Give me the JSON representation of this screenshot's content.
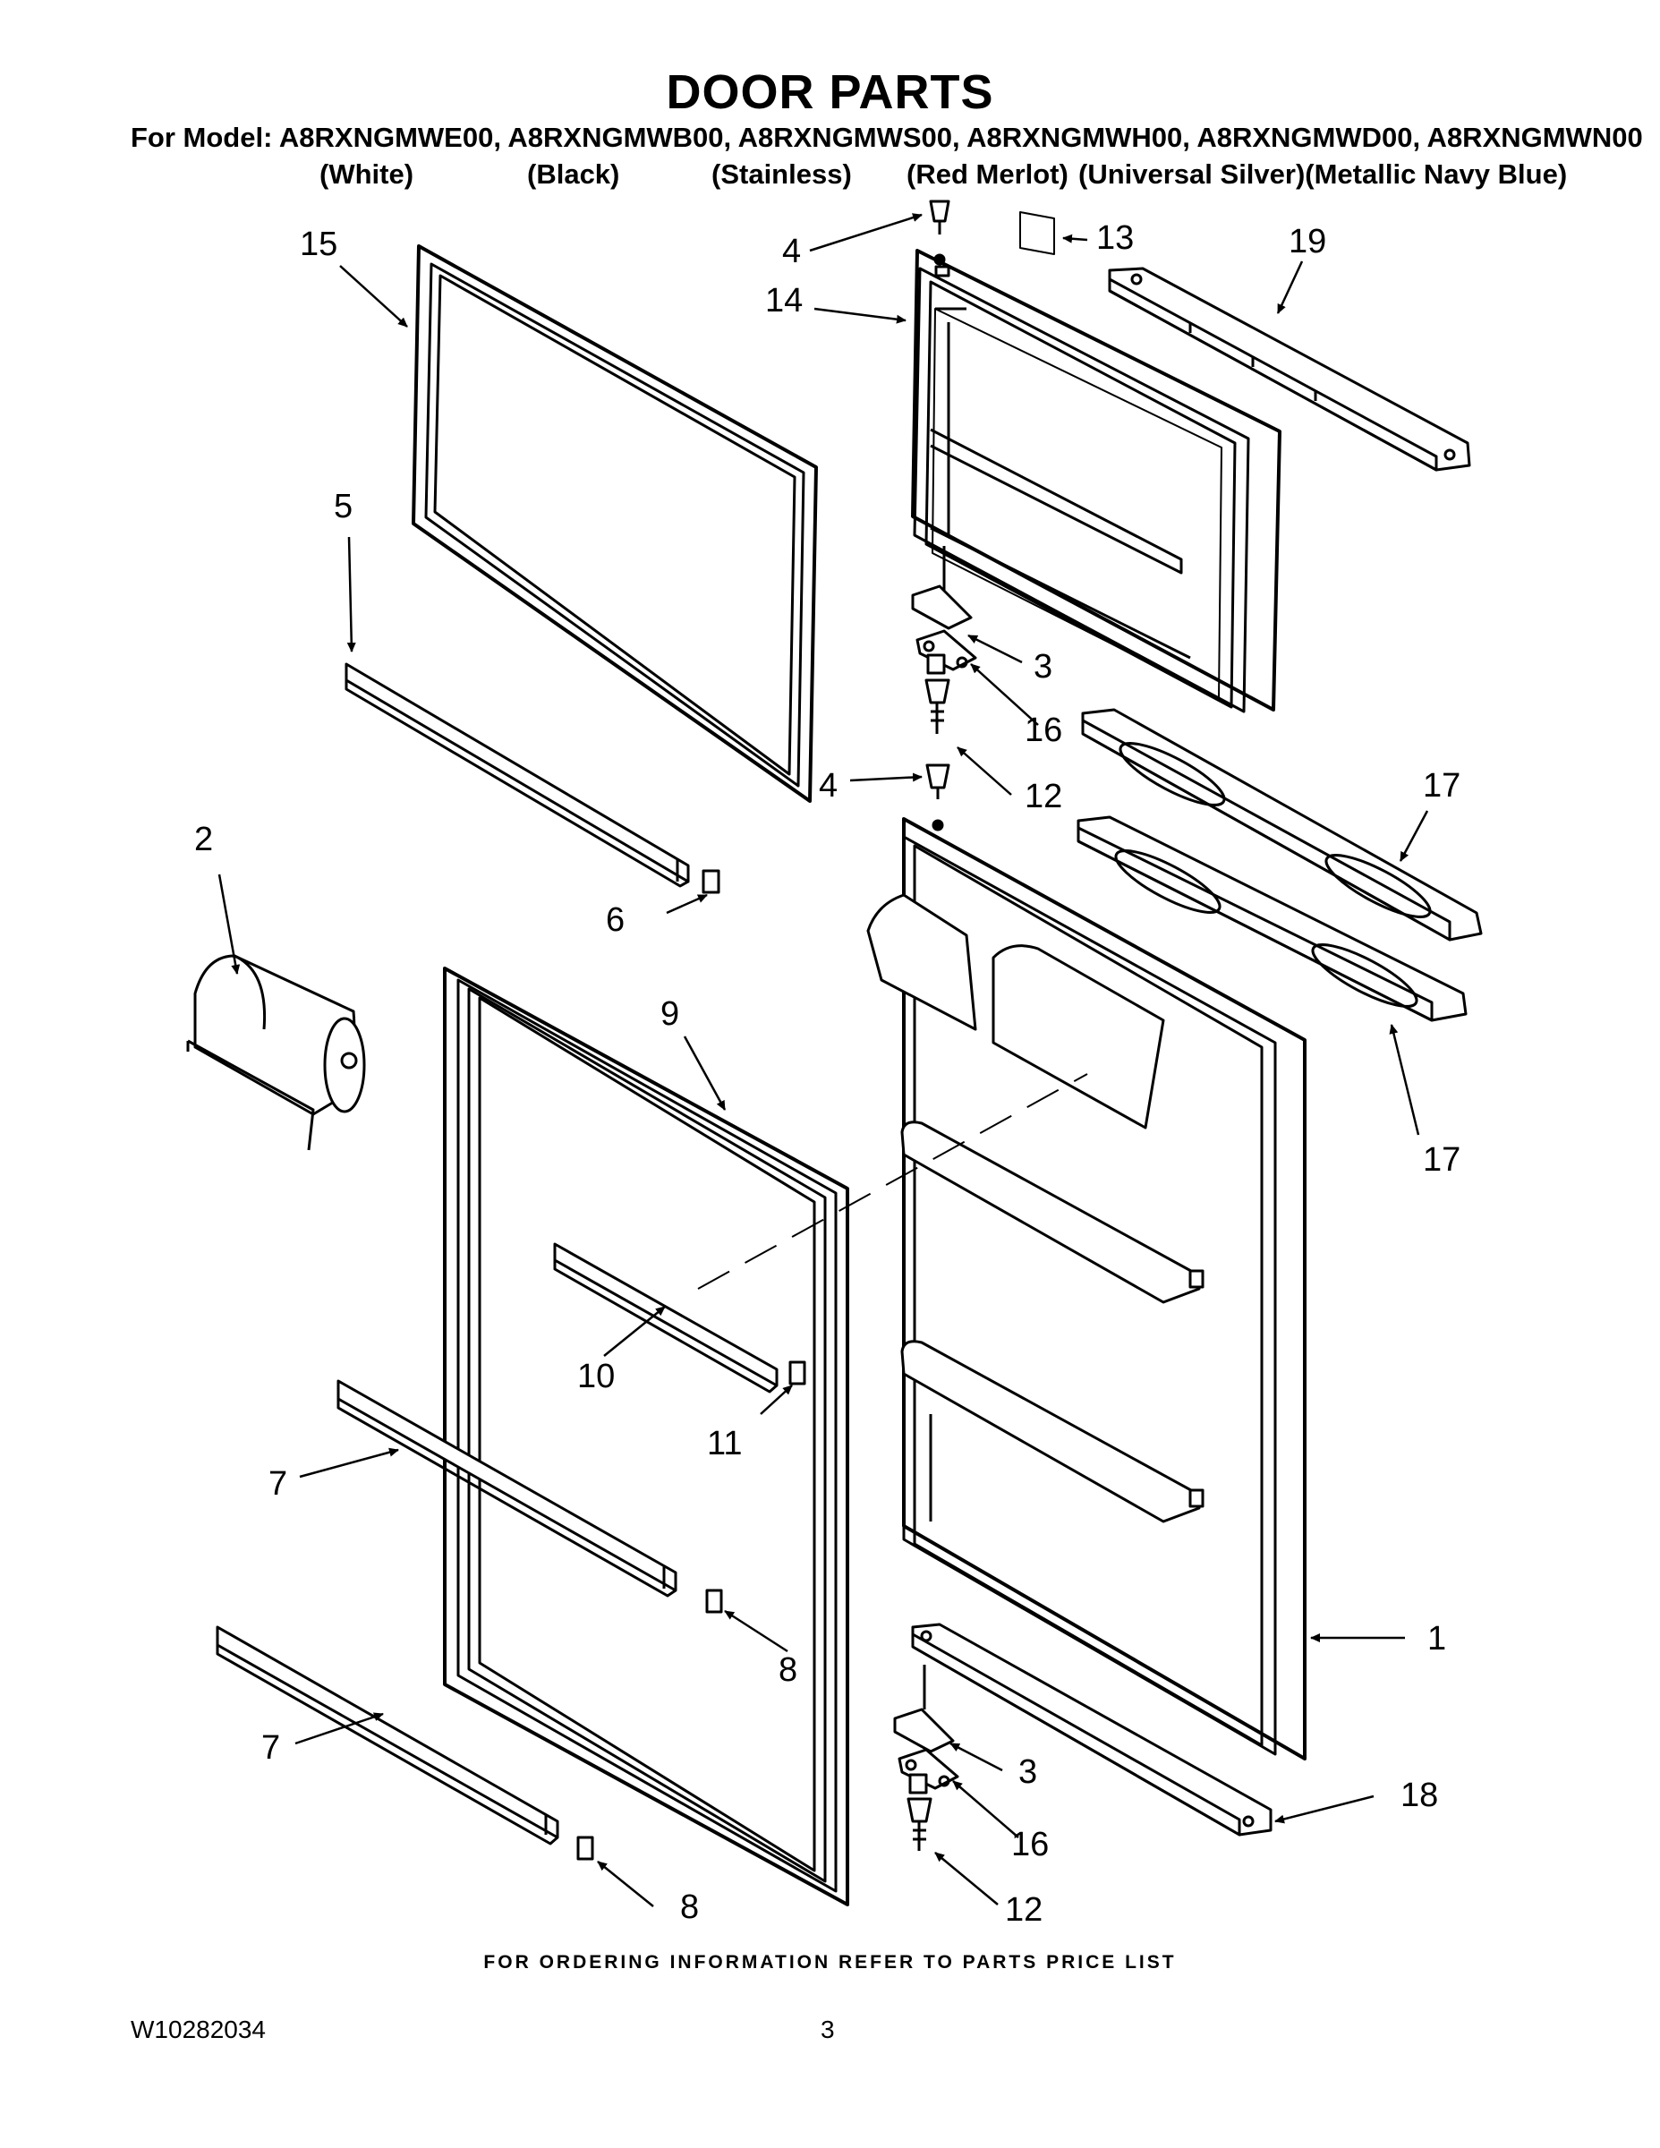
{
  "title": "DOOR PARTS",
  "models_line": "For Model: A8RXNGMWE00, A8RXNGMWB00, A8RXNGMWS00, A8RXNGMWH00, A8RXNGMWD00, A8RXNGMWN00",
  "colors": [
    "(White)",
    "(Black)",
    "(Stainless)",
    "(Red Merlot)",
    "(Universal Silver)(Metallic Navy Blue)"
  ],
  "callouts": {
    "c15": "15",
    "c5": "5",
    "c2": "2",
    "c6": "6",
    "c9": "9",
    "c10": "10",
    "c11": "11",
    "c7a": "7",
    "c8a": "8",
    "c7b": "7",
    "c8b": "8",
    "c4a": "4",
    "c13": "13",
    "c19": "19",
    "c14": "14",
    "c3a": "3",
    "c16a": "16",
    "c12a": "12",
    "c4b": "4",
    "c17a": "17",
    "c17b": "17",
    "c1": "1",
    "c18": "18",
    "c3b": "3",
    "c16b": "16",
    "c12b": "12"
  },
  "footer_note": "FOR ORDERING INFORMATION REFER TO PARTS PRICE LIST",
  "doc_id": "W10282034",
  "page_number": "3"
}
